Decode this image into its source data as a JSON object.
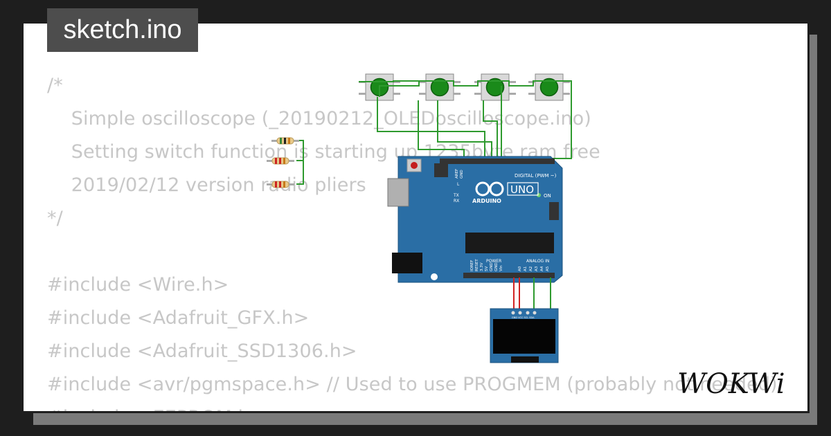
{
  "tab": {
    "title": "sketch.ino"
  },
  "code_lines": [
    "/*",
    "    Simple oscilloscope (_20190212_OLEDoscilloscope.ino)",
    "    Setting switch function is starting up 1235byte ram free",
    "    2019/02/12 version radio pliers",
    "*/",
    "",
    "#include <Wire.h>",
    "#include <Adafruit_GFX.h>",
    "#include <Adafruit_SSD1306.h>",
    "#include <avr/pgmspace.h> // Used to use PROGMEM (probably not needed)",
    "#include <EEPROM.h>"
  ],
  "board": {
    "digital_label": "DIGITAL (PWM ~)",
    "brand": "ARDUINO",
    "model": "UNO",
    "on_label": "ON",
    "power_label": "POWER",
    "analog_label": "ANALOG IN",
    "aref": "AREF",
    "gnd": "GND",
    "l": "L",
    "tx": "TX",
    "rx": "RX",
    "power_pins": [
      "IOREF",
      "RESET",
      "3.3V",
      "5V",
      "GND",
      "GND",
      "Vin"
    ],
    "analog_pins": [
      "A0",
      "A1",
      "A2",
      "A3",
      "A4",
      "A5"
    ]
  },
  "oled": {
    "pins": "GND VCC SCL SDA"
  },
  "logo": {
    "text": "WOKWi"
  },
  "colors": {
    "background": "#1e1e1e",
    "card": "#ffffff",
    "tab": "#4d4d4d",
    "code": "#c7c7c7",
    "board": "#2a6ea5",
    "wire_green": "#2e9a2e",
    "wire_red": "#d22222",
    "button_cap": "#1a8a1a"
  }
}
